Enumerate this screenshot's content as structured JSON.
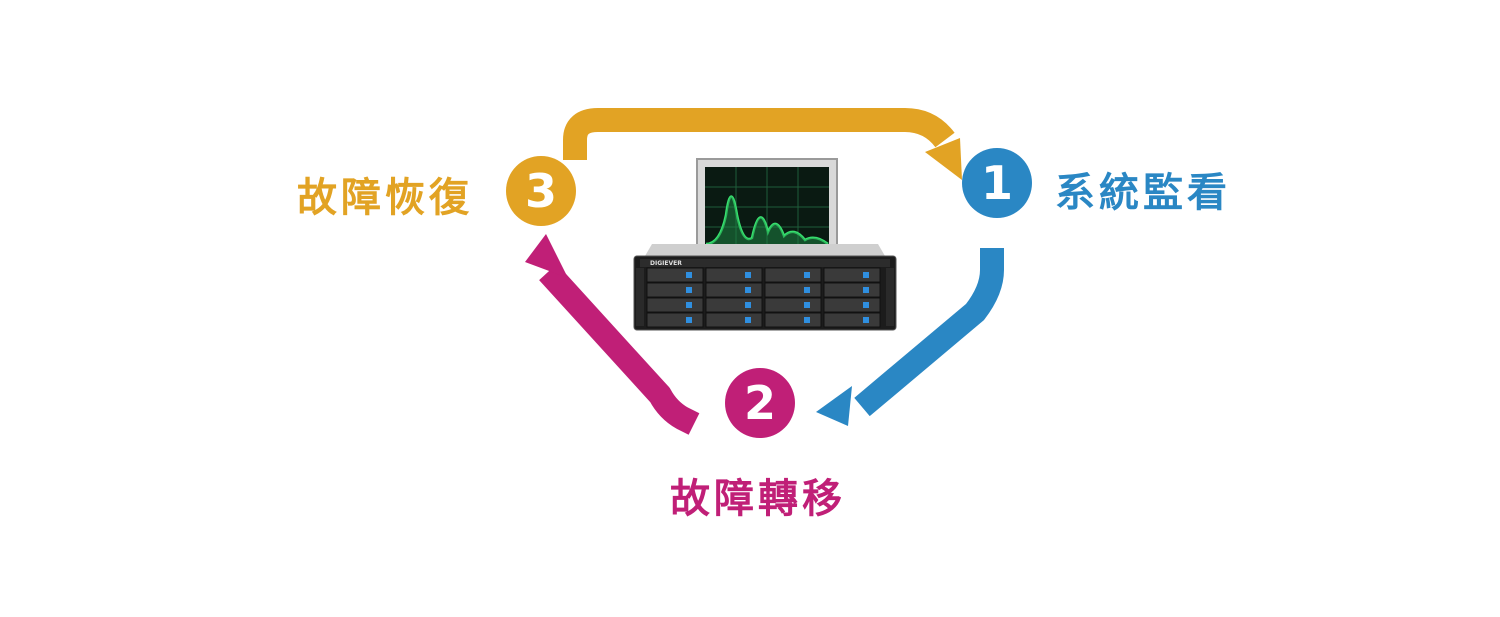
{
  "steps": [
    {
      "number": "1",
      "label": "系統監看",
      "color": "#2a87c4"
    },
    {
      "number": "2",
      "label": "故障轉移",
      "color": "#c01f77"
    },
    {
      "number": "3",
      "label": "故障恢復",
      "color": "#e2a324"
    }
  ],
  "server": {
    "brand": "DIGIEVER",
    "icon": "nvr-server-icon",
    "monitor_icon": "waveform-monitor-icon"
  }
}
